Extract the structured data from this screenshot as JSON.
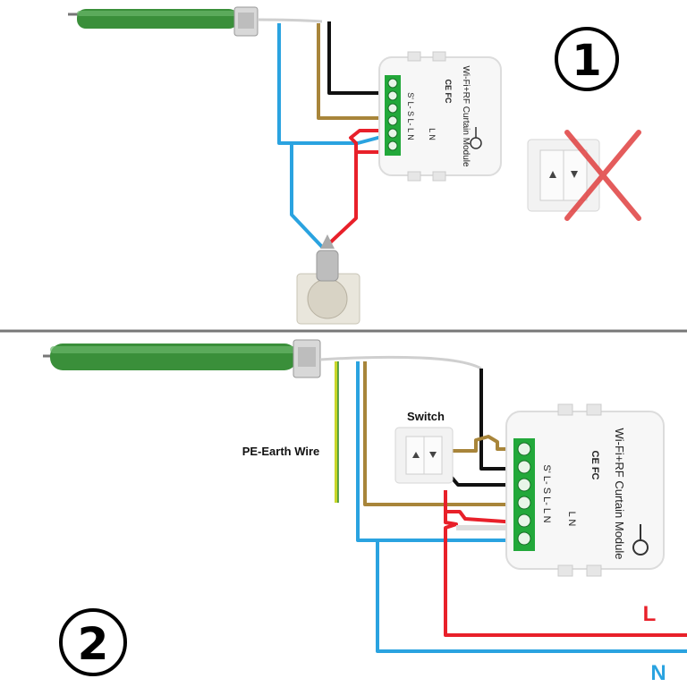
{
  "panel1": {
    "badge": "①",
    "module": {
      "title": "Wi-Fi+RF Curtain Module",
      "terminals": "S'  L-  S  L-  L  N",
      "lower_terminals": "L  N",
      "cert": "CE FC"
    }
  },
  "panel2": {
    "badge": "②",
    "switch_label": "Switch",
    "earth_label": "PE-Earth Wire",
    "line_label": "L",
    "neutral_label": "N",
    "module": {
      "title": "Wi-Fi+RF Curtain Module",
      "terminals": "S'  L-  S  L-  L  N",
      "lower_terminals": "L  N",
      "cert": "CE FC"
    }
  },
  "colors": {
    "line_red": "#e8202a",
    "neutral_blue": "#2aa3e0",
    "motor_brown": "#a8853a",
    "black": "#111111",
    "earth_yellow_green": "#c9d62a",
    "motor_green": "#3a8f3a",
    "terminal_green": "#22a83a",
    "cross_red": "#e04040"
  }
}
